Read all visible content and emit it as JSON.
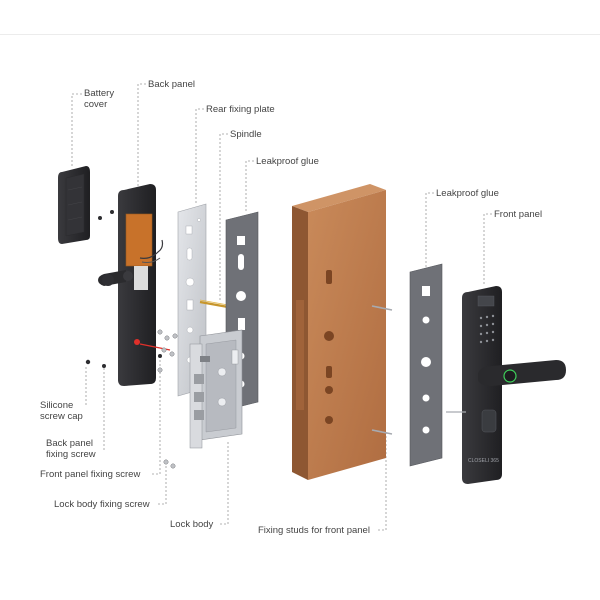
{
  "labels": {
    "battery_cover": "Battery\ncover",
    "back_panel": "Back panel",
    "rear_fixing_plate": "Rear fixing plate",
    "spindle": "Spindle",
    "leakproof_glue_rear": "Leakproof glue",
    "leakproof_glue_front": "Leakproof glue",
    "front_panel": "Front panel",
    "silicone_screw_cap": "Silicone\nscrew cap",
    "back_panel_fixing_screw": "Back panel\nfixing screw",
    "front_panel_fixing_screw": "Front panel fixing screw",
    "lock_body_fixing_screw": "Lock body fixing screw",
    "lock_body": "Lock body",
    "fixing_studs": "Fixing studs for front panel"
  },
  "brand_text": "CLOSELI 365",
  "colors": {
    "door": "#b9774a",
    "door_dark": "#8e5732",
    "door_light": "#cf9466",
    "panel": "#2b2b2e",
    "plate": "#d2d4d8",
    "gasket": "#6f7177",
    "leader": "#9a9a9a",
    "label": "#444444",
    "accent_red": "#e0302a",
    "accent_green": "#3ecf5a",
    "chassis_orange": "#c8722a"
  }
}
